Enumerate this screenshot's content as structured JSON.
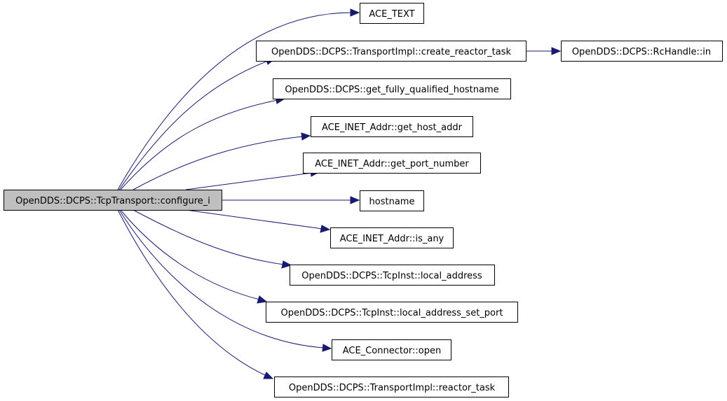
{
  "diagram": {
    "root": {
      "label": "OpenDDS::DCPS::TcpTransport::configure_i"
    },
    "callees": [
      {
        "label": "ACE_TEXT"
      },
      {
        "label": "OpenDDS::DCPS::TransportImpl::create_reactor_task"
      },
      {
        "label": "OpenDDS::DCPS::get_fully_qualified_hostname"
      },
      {
        "label": "ACE_INET_Addr::get_host_addr"
      },
      {
        "label": "ACE_INET_Addr::get_port_number"
      },
      {
        "label": "hostname"
      },
      {
        "label": "ACE_INET_Addr::is_any"
      },
      {
        "label": "OpenDDS::DCPS::TcpInst::local_address"
      },
      {
        "label": "OpenDDS::DCPS::TcpInst::local_address_set_port"
      },
      {
        "label": "ACE_Connector::open"
      },
      {
        "label": "OpenDDS::DCPS::TransportImpl::reactor_task"
      }
    ],
    "secondary": [
      {
        "label": "OpenDDS::DCPS::RcHandle::in"
      }
    ]
  },
  "colors": {
    "edge": "#191970",
    "root_fill": "#bfbfbf",
    "node_fill": "#ffffff",
    "node_border": "#000000"
  }
}
